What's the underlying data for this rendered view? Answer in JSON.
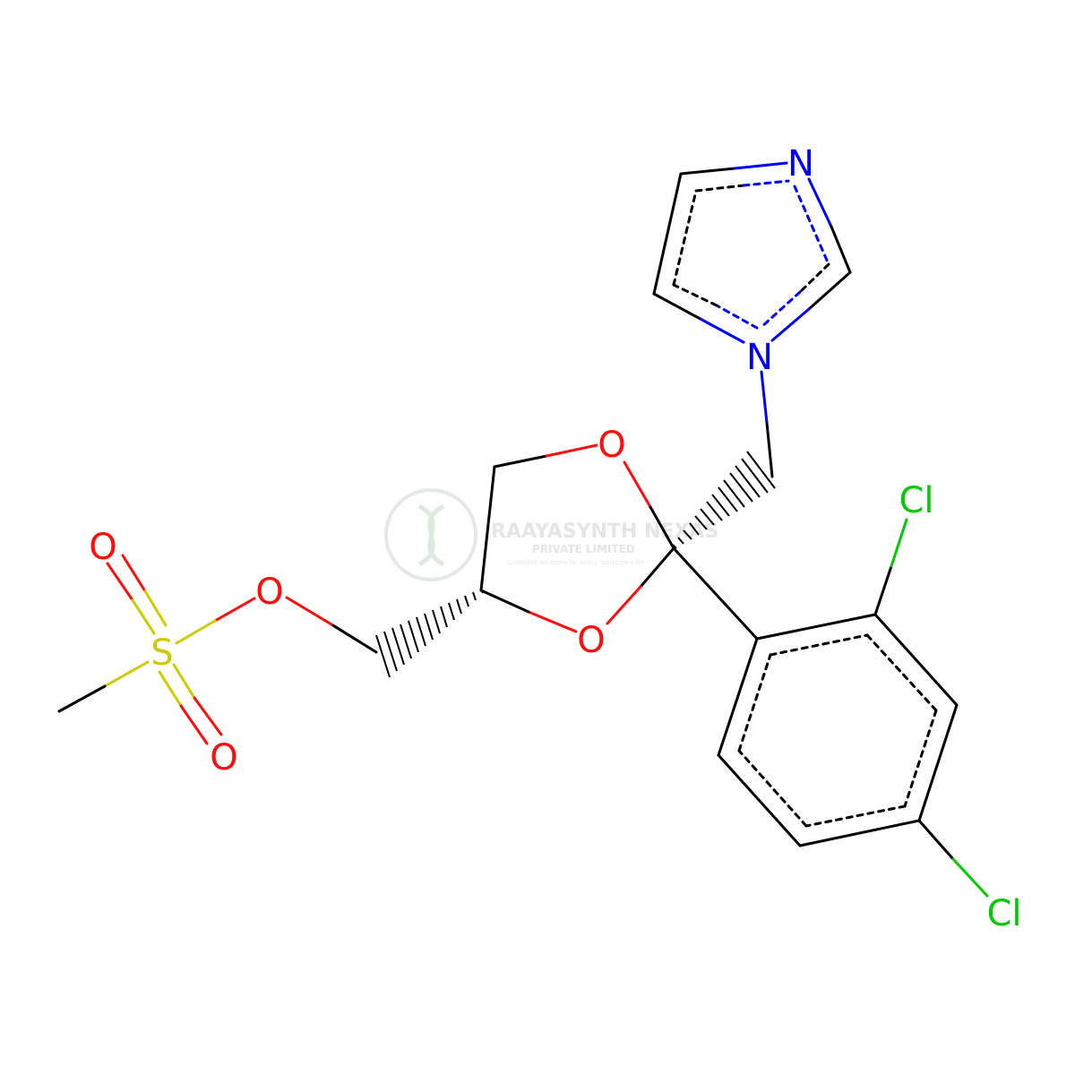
{
  "colors": {
    "carbon": "#000000",
    "oxygen": "#ff0d0d",
    "nitrogen": "#0000ff",
    "sulfur": "#cccc00",
    "chlorine": "#00cc00",
    "watermark": "#d0d8d0"
  },
  "atoms": {
    "n_top": "N",
    "n_ring": "N",
    "o_ring_top": "O",
    "o_ring_bottom": "O",
    "o_ester": "O",
    "o_sulfonyl_top": "O",
    "o_sulfonyl_bottom": "O",
    "s": "S",
    "cl_top": "Cl",
    "cl_bottom": "Cl"
  },
  "watermark": {
    "company": "RAAYASYNTH NEXAS",
    "subtitle": "PRIVATE LIMITED",
    "tagline": "Complete solutions for every molecule's life"
  }
}
